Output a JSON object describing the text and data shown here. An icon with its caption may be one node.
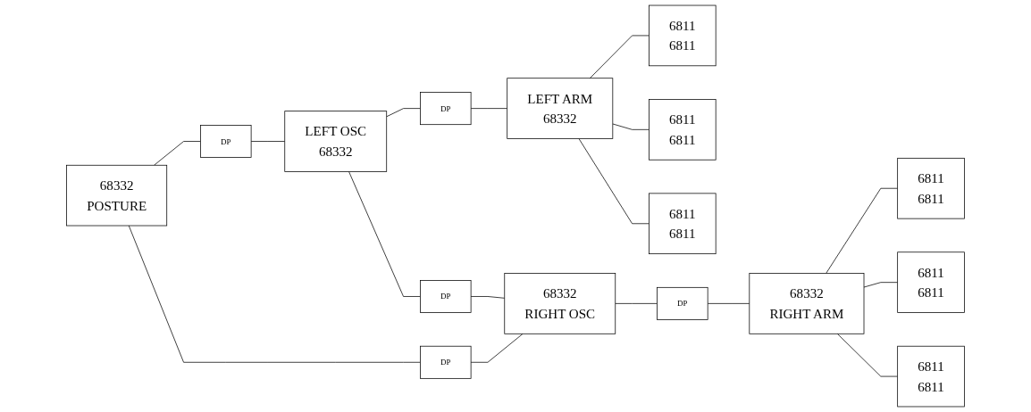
{
  "diagram": {
    "nodes": [
      {
        "text": [
          "LEFT OSC",
          "68332"
        ]
      },
      {
        "text": [
          "DP"
        ]
      },
      {
        "text": [
          "DP"
        ]
      },
      {
        "text": [
          "LEFT ARM",
          "68332"
        ]
      },
      {
        "text": [
          "6811",
          "6811"
        ]
      },
      {
        "text": [
          "6811",
          "6811"
        ]
      },
      {
        "text": [
          "6811",
          "6811"
        ]
      },
      {
        "text": [
          "68332",
          "POSTURE"
        ]
      },
      {
        "text": [
          "DP"
        ]
      },
      {
        "text": [
          "DP"
        ]
      },
      {
        "text": [
          "68332",
          "RIGHT OSC"
        ]
      },
      {
        "text": [
          "DP"
        ]
      },
      {
        "text": [
          "68332",
          "RIGHT ARM"
        ]
      },
      {
        "text": [
          "6811",
          "6811"
        ]
      },
      {
        "text": [
          "6811",
          "6811"
        ]
      },
      {
        "text": [
          "6811",
          "6811"
        ]
      }
    ],
    "edges": [
      {
        "from": 7,
        "to": 1,
        "arrow": "none"
      },
      {
        "from": 1,
        "to": 0,
        "arrow": "none"
      },
      {
        "from": 0,
        "to": 2,
        "arrow": "none"
      },
      {
        "from": 2,
        "to": 3,
        "arrow": "none"
      },
      {
        "from": 3,
        "to": 4,
        "arrow": "none"
      },
      {
        "from": 3,
        "to": 5,
        "arrow": "none"
      },
      {
        "from": 3,
        "to": 6,
        "arrow": "none"
      },
      {
        "from": 0,
        "to": 8,
        "arrow": "none"
      },
      {
        "from": 8,
        "to": 10,
        "arrow": "none"
      },
      {
        "from": 7,
        "to": 9,
        "arrow": "none"
      },
      {
        "from": 9,
        "to": 10,
        "arrow": "none"
      },
      {
        "from": 10,
        "to": 11,
        "arrow": "none"
      },
      {
        "from": 11,
        "to": 12,
        "arrow": "none"
      },
      {
        "from": 12,
        "to": 13,
        "arrow": "none"
      },
      {
        "from": 12,
        "to": 14,
        "arrow": "none"
      },
      {
        "from": 12,
        "to": 15,
        "arrow": "none"
      }
    ]
  }
}
